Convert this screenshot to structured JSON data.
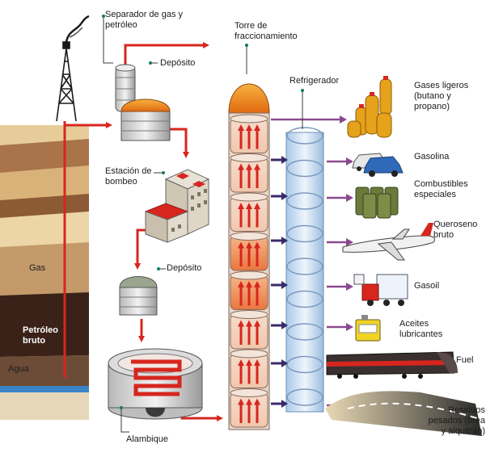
{
  "labels": {
    "separator": "Separador de gas y petróleo",
    "deposit_top": "Depósito",
    "pump_station": "Estación de bombeo",
    "deposit_mid": "Depósito",
    "still": "Alambique",
    "tower": "Torre de fraccionamiento",
    "cooler": "Refrigerador",
    "layer_gas": "Gas",
    "layer_oil": "Petróleo bruto",
    "layer_water": "Agua"
  },
  "products": [
    {
      "label": "Gases ligeros (butano y propano)",
      "icon": "gas-cylinders-icon"
    },
    {
      "label": "Gasolina",
      "icon": "cars-icon"
    },
    {
      "label": "Combustibles especiales",
      "icon": "barrels-icon"
    },
    {
      "label": "Queroseno bruto",
      "icon": "airplane-icon"
    },
    {
      "label": "Gasoil",
      "icon": "truck-icon"
    },
    {
      "label": "Aceites lubricantes",
      "icon": "oil-can-icon"
    },
    {
      "label": "Fuel",
      "icon": "train-icon"
    },
    {
      "label": "Residuos pesados (brea y alquitrán)",
      "icon": "road-icon"
    }
  ],
  "colors": {
    "flow": "#d7261e",
    "product_arrow": "#8a4a8f",
    "tower_dome": "#ef8a1f"
  }
}
